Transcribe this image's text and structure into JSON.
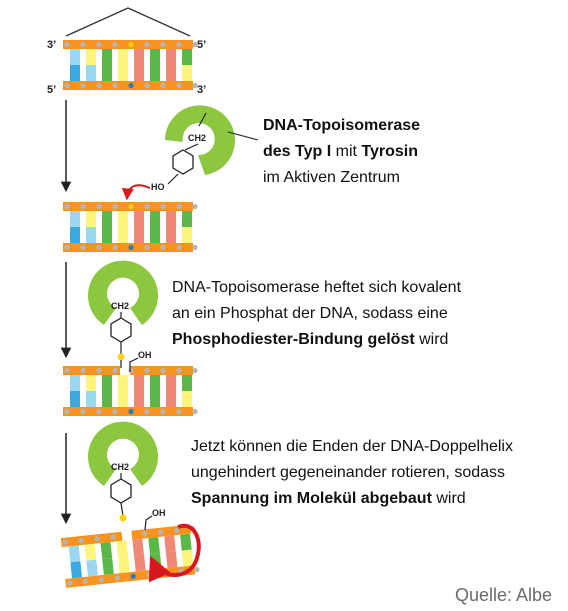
{
  "strand_ends": {
    "top_left": "3’",
    "top_right": "5’",
    "bottom_left": "5’",
    "bottom_right": "3’"
  },
  "chem": {
    "ch2": "CH2",
    "ho": "HO",
    "oh": "OH"
  },
  "captions": {
    "step1": {
      "line1_bold": "DNA-Topoisomerase",
      "line2_bold_a": "des Typ I",
      "line2_mid": " mit ",
      "line2_bold_b": "Tyrosin",
      "line3": "im Aktiven Zentrum"
    },
    "step2": {
      "line1": "DNA-Topoisomerase heftet sich kovalent",
      "line2": "an ein Phosphat der DNA, sodass eine",
      "line3_bold": "Phosphodiester-Bindung gelöst",
      "line3_rest": " wird"
    },
    "step3": {
      "line1": "Jetzt können die Enden der DNA-Doppelhelix",
      "line2": "ungehindert gegeneinander rotieren, sodass",
      "line3_bold": "Spannung im Molekül abgebaut",
      "line3_rest": " wird"
    }
  },
  "source": "Quelle: Albe",
  "colors": {
    "backbone": "#f7931e",
    "enzyme": "#8dc63f",
    "base_green": "#5ab946",
    "base_yellow": "#fff57a",
    "base_salmon": "#f08878",
    "base_blue": "#39a9e1",
    "base_lightblue": "#9ad8f2",
    "phosphate": "#b5b5b5",
    "bond_yellow": "#ffd200",
    "blue_dot": "#2b7bc0",
    "arrow_red": "#d7191f"
  }
}
